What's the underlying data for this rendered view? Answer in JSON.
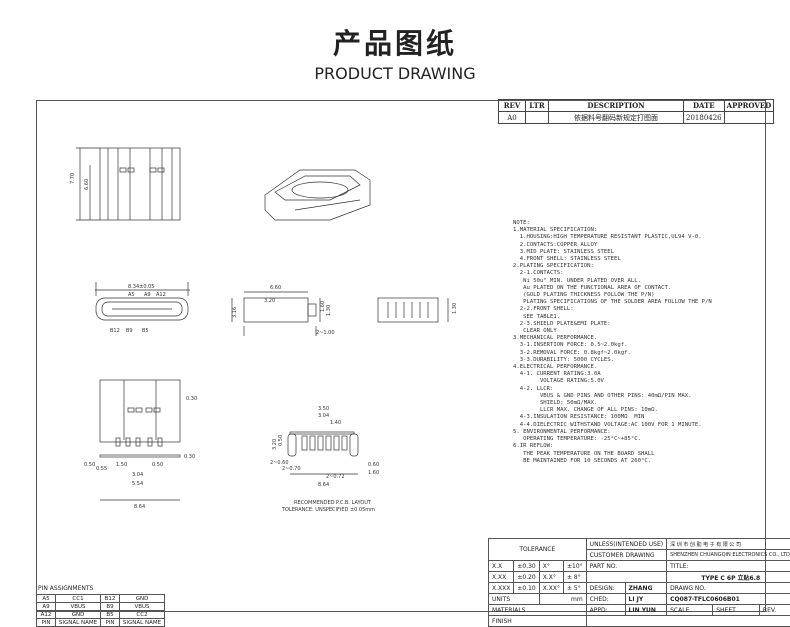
{
  "header": {
    "title_cn": "产品图纸",
    "title_en": "PRODUCT DRAWING"
  },
  "revision": {
    "headers": [
      "REV",
      "LTR",
      "DESCRIPTION",
      "DATE",
      "APPROVED"
    ],
    "rows": [
      [
        "A0",
        "",
        "依据料号翻码新规定打图面",
        "20180426",
        ""
      ]
    ]
  },
  "notes": [
    "NOTE:",
    "1.MATERIAL SPECIFICATION:",
    "  1.HOUSING:HIGH TEMPERATURE RESISTANT PLASTIC,UL94 V-0.",
    "  2.CONTACTS:COPPER ALLOY",
    "  3.MID PLATE: STAINLESS STEEL",
    "  4.FRONT SHELL: STAINLESS STEEL",
    "2.PLATING SPECIFICATION:",
    "  2-1.CONTACTS:",
    "   Ni 50u\" MIN. UNDER PLATED OVER ALL.",
    "   Au PLATED ON THE FUNCTIONAL AREA OF CONTACT.",
    "   (GOLD PLATING THICKNESS FOLLOW THE P/N)",
    "   PLATING SPECIFICATIONS OF THE SOLDER AREA FOLLOW THE P/N",
    "  2-2.FRONT SHELL:",
    "   SEE TABLE1.",
    "  2-3.SHIELD PLATE&EMI PLATE:",
    "   CLEAR ONLY",
    "3.MECHANICAL PERFORMANCE.",
    "  3-1.INSERTION FORCE: 0.5~2.0kgf.",
    "  3-2.REMOVAL FORCE: 0.8kgf~2.0kgf.",
    "  3-3.DURABILITY: 5000 CYCLES.",
    "4.ELECTRICAL PERFORMANCE.",
    "  4-1. CURRENT RATING:3.0A",
    "        VOLTAGE RATING:5.0V",
    "  4-2. LLCR:",
    "        VBUS & GND PINS AND OTHER PINS: 40mΩ/PIN MAX.",
    "        SHIELD: 50mΩ/MAX.",
    "        LLCR MAX. CHANGE OF ALL PINS: 10mΩ.",
    "  4-3.INSULATION RESISTANCE: 100MΩ  MIN",
    "  4-4.DIELECTRIC WITHSTAND VOLTAGE:AC 100V FOR 1 MINUTE.",
    "5. ENVIRONMENTAL PERFORMANCE:",
    "   OPERATING TEMPERATURE: -25°C~+85°C.",
    "6.IR REFLOW:",
    "   THE PEAK TEMPERATURE ON THE BOARD SHALL",
    "   BE MAINTAINED FOR 10 SECONDS AT 260°C."
  ],
  "dims": {
    "d1": "7.70",
    "d2": "6.60",
    "d3": "8.34±0.05",
    "d4": "6.60",
    "d5": "3.16",
    "d6": "2~1.00",
    "d7": "1.60",
    "d8": "3.20",
    "d9": "1.30",
    "d10": "3.50",
    "d11": "3.04",
    "d12": "1.40",
    "d13": "0.50",
    "d14": "2~0.60",
    "d15": "2~0.70",
    "d16": "2~0.72",
    "d17": "0.60",
    "d18": "1.60",
    "d19": "8.64",
    "d20": "0.30",
    "d21": "0.50",
    "d22": "0.55",
    "d23": "1.50",
    "d24": "0.50",
    "d25": "3.04",
    "d26": "5.54",
    "d27": "8.64",
    "d28": "1.30",
    "d29": "0.30",
    "d30": "3.20"
  },
  "pin_labels": {
    "a5": "A5",
    "a9": "A9",
    "a12": "A12",
    "b12": "B12",
    "b9": "B9",
    "b5": "B5"
  },
  "pcb_note": {
    "line1": "RECOMMENDED  P.C.B. LAYOUT",
    "line2": "TOLERANCE: UNSPECIFIED ±0.05mm"
  },
  "pin_assignments": {
    "title": "PIN  ASSIGNMENTS",
    "rows": [
      [
        "A5",
        "CC1",
        "B12",
        "GND"
      ],
      [
        "A9",
        "VBUS",
        "B9",
        "VBUS"
      ],
      [
        "A12",
        "GND",
        "B5",
        "CC2"
      ],
      [
        "PIN",
        "SIGNAL NAME",
        "PIN",
        "SIGNAL NAME"
      ]
    ]
  },
  "title_block": {
    "tolerance": "TOLERANCE",
    "unless": "UNLESS(INTENDED USE)",
    "customer": "CUSTOMER  DRAWING",
    "company_cn": "深 圳 市 创 勤 电 子 有 限 公 司",
    "company_en": "SHENZHEN CHUANGQIN ELECTRONICS CO., LTD.",
    "tol_rows": [
      [
        "X.X",
        "±0.30",
        "X°",
        "±10°"
      ],
      [
        "X.XX",
        "±0.20",
        "X.X°",
        "±  8°"
      ],
      [
        "X.XXX",
        "±0.10",
        "X.XX°",
        "±  5°"
      ]
    ],
    "units": "UNITS",
    "units_val": "mm",
    "material": "MATERIALS",
    "finish": "FINISH",
    "part_no": "PART NO.",
    "design": "DESIGN:",
    "designer": "ZHANG",
    "checked": "CHED:",
    "checker": "LI JY",
    "approved": "APPD:",
    "approver": "LIN YUN",
    "title_label": "TITLE:",
    "title_val": "TYPE C 6P 立贴6.8",
    "drawno_label": "DRAWG NO.",
    "drawno_val": "CQ087-TFLC0606B01",
    "scale": "SCALE",
    "sheet": "SHEET",
    "rev": "REV."
  }
}
